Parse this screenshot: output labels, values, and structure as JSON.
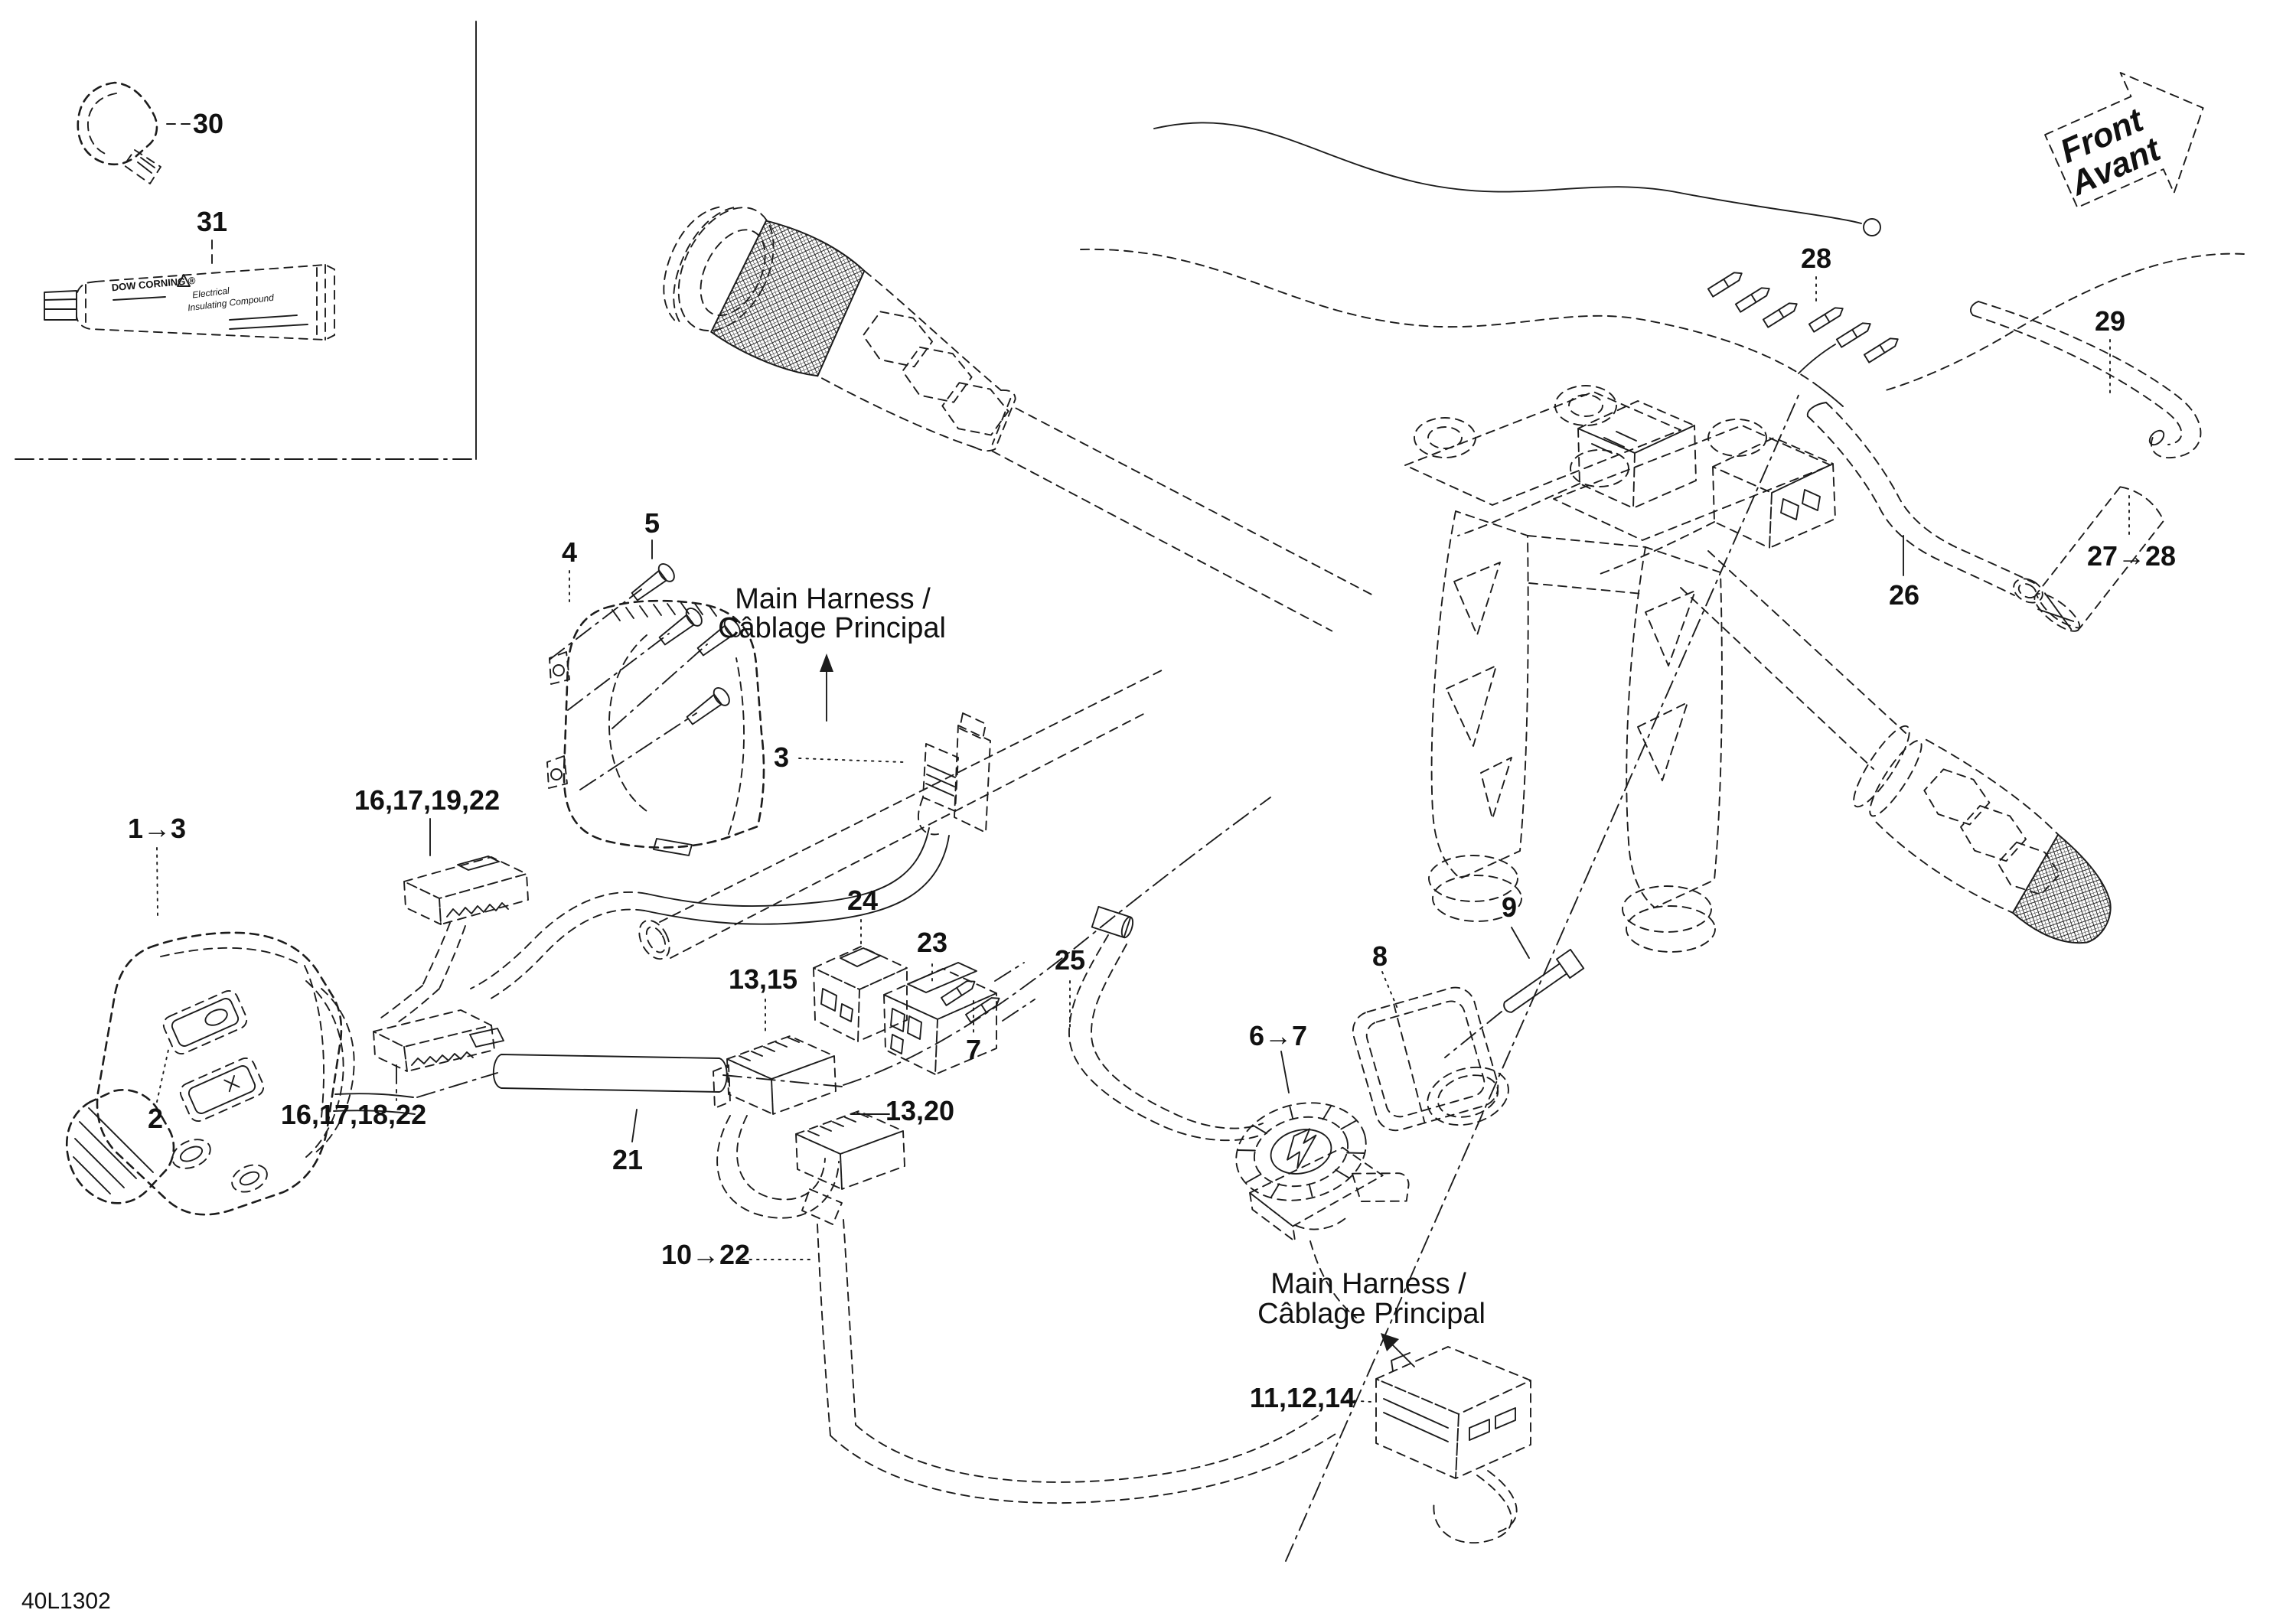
{
  "title_block": {
    "drawing_number": "40L1302"
  },
  "direction_arrow": {
    "line1": "Front",
    "line2": "Avant"
  },
  "annotations": {
    "top_main_harness": {
      "line1": "Main Harness /",
      "line2": "Câblage Principal"
    },
    "bottom_main_harness": {
      "line1": "Main Harness /",
      "line2": "Câblage Principal"
    }
  },
  "inset": {
    "tube_brand": "DOW CORNING ®",
    "tube_label_line1": "Electrical",
    "tube_label_line2": "Insulating Compound"
  },
  "callouts": {
    "item_30": "30",
    "item_31": "31",
    "item_4": "4",
    "item_5": "5",
    "item_3": "3",
    "item_1_3": "1→3",
    "item_2": "2",
    "item_16_17_19_22": "16,17,19,22",
    "item_16_17_18_22": "16,17,18,22",
    "item_24": "24",
    "item_23": "23",
    "item_7": "7",
    "item_25": "25",
    "item_13_15": "13,15",
    "item_13_20": "13,20",
    "item_21": "21",
    "item_10_22": "10→22",
    "item_6_7": "6→7",
    "item_8": "8",
    "item_9": "9",
    "item_11_12_14": "11,12,14",
    "item_26": "26",
    "item_27_28": "27→28",
    "item_28": "28",
    "item_29": "29"
  }
}
